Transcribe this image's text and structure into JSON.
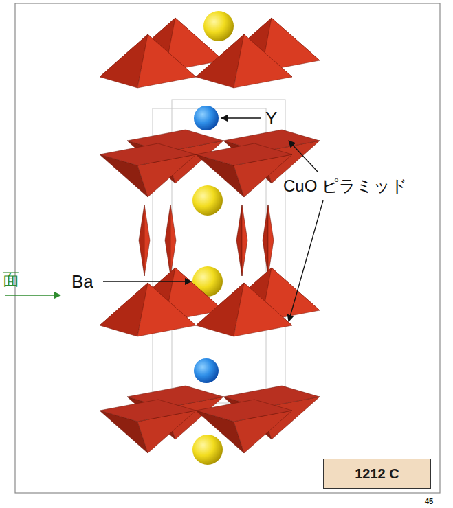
{
  "diagram": {
    "nodes": [
      {
        "text": [
          "1212 C"
        ]
      }
    ],
    "labels": [
      "Y",
      "CuO ピラミッド",
      "Ba",
      "面",
      "45"
    ]
  }
}
